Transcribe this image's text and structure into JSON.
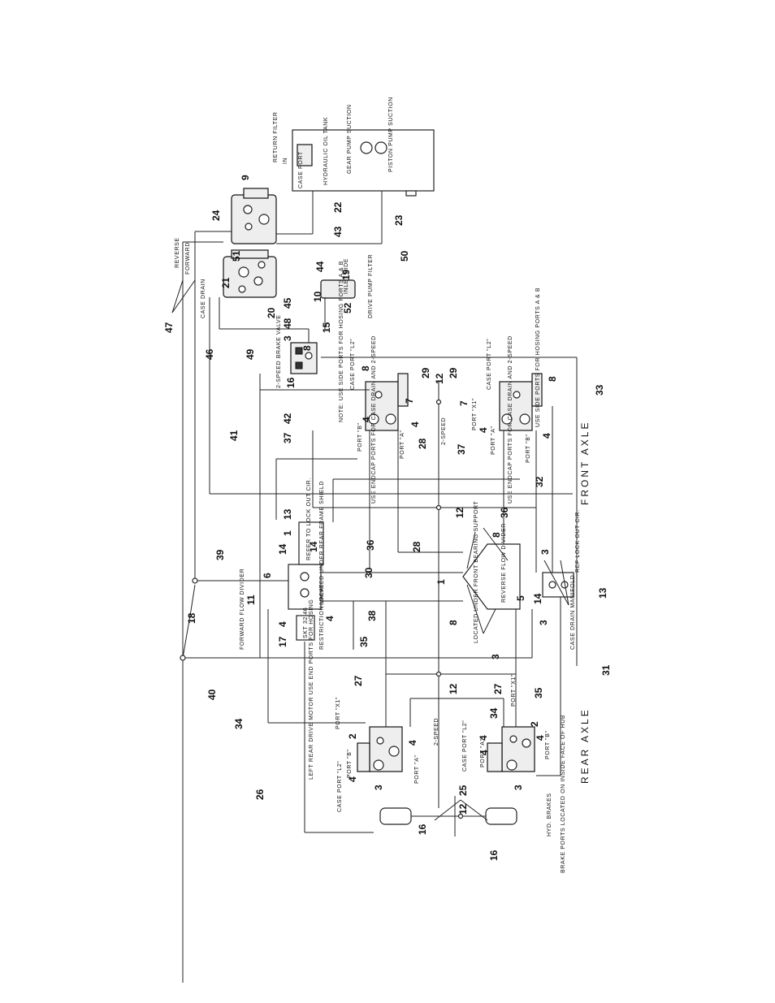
{
  "tank": {
    "title": "HYDRAULIC OIL TANK",
    "return_filter": "RETURN FILTER",
    "in_label": "IN",
    "case_port": "CASE PORT",
    "gear_pump_suction": "GEAR PUMP SUCTION",
    "piston_pump_suction": "PISTON PUMP SUCTION"
  },
  "line_labels": {
    "reverse": "REVERSE",
    "forward": "FORWARD",
    "case_drain": "CASE DRAIN",
    "two_speed_top": "2-SPEED",
    "two_speed_bottom": "2-SPEED"
  },
  "drive_pump_filter": {
    "label": "DRIVE PUMP FILTER",
    "inlet_side": "INLET SIDE"
  },
  "brake_valve": {
    "label": "2-SPEED BRAKE VALVE"
  },
  "front_axle": {
    "label": "FRONT AXLE",
    "left_motor": {
      "case_port": "CASE PORT \"L2\"",
      "note": "NOTE: USE SIDE PORTS FOR HOSING PORTS A & B",
      "port_b": "PORT \"B\"",
      "port_a": "PORT \"A\"",
      "endcap": "USE ENDCAP PORTS FOR CASE DRAIN AND 2-SPEED"
    },
    "right_motor": {
      "case_port": "CASE PORT \"L2\"",
      "port_x1": "PORT \"X1\"",
      "port_a": "PORT \"A\"",
      "note": "USE SIDE PORTS FOR HOSING PORTS A & B",
      "port_b": "PORT \"B\"",
      "endcap": "USE ENDCAP PORTS FOR CASE DRAIN AND 2-SPEED"
    }
  },
  "forward_flow_divider": {
    "label": "FORWARD FLOW DIVIDER",
    "refer": "REFER TO LOCK OUT CIR.",
    "located": "LOCATED UNDER REAR FRAME SHIELD"
  },
  "restriction_valve": {
    "label": "RESTRICTION VALVE",
    "inner": "SKT 32.46"
  },
  "reverse_flow_divider": {
    "label": "REVERSE FLOW DIVIDER",
    "located": "LOCATED UNDER FRONT BEARING SUPPORT"
  },
  "case_drain_manifold": {
    "label": "CASE DRAIN MANIFOLD",
    "ref": "REF LOCK OUT CIR."
  },
  "rear_axle": {
    "label": "REAR AXLE",
    "left_motor": {
      "title": "LEFT REAR DRIVE MOTOR USE END PORTS FOR HOSING",
      "port_x1": "PORT \"X1\"",
      "port_b": "PORT \"B\"",
      "port_a": "PORT \"A\"",
      "case_port": "CASE PORT \"L2\""
    },
    "right_motor": {
      "case_port": "CASE PORT \"L2\"",
      "port_a": "PORT \"A\"",
      "port_b": "PORT \"B\"",
      "port_x1": "PORT \"X1\""
    }
  },
  "brakes": {
    "label": "HYD. BRAKES",
    "note": "BRAKE PORTS LOCATED ON INSIDE FACE OF HUB"
  },
  "callouts": {
    "c9": "9",
    "c24": "24",
    "c22": "22",
    "c43": "43",
    "c23": "23",
    "c50": "50",
    "c51": "51",
    "c21": "21",
    "c44": "44",
    "c19": "19",
    "c10": "10",
    "c45": "45",
    "c52": "52",
    "c20": "20",
    "c48": "48",
    "c47": "47",
    "c15": "15",
    "c3a": "3",
    "c8a": "8",
    "c46": "46",
    "c49": "49",
    "c16a": "16",
    "c8b": "8",
    "c29a": "29",
    "c12a": "12",
    "c29b": "29",
    "c8c": "8",
    "c7a": "7",
    "c7b": "7",
    "c4a": "4",
    "c4b": "4",
    "c4c": "4",
    "c4d": "4",
    "c33": "33",
    "c41": "41",
    "c42": "42",
    "c37a": "37",
    "c28a": "28",
    "c37b": "37",
    "c32": "32",
    "c12b": "12",
    "c36a": "36",
    "c13a": "13",
    "c1a": "1",
    "c14a": "14",
    "c14b": "14",
    "c36b": "36",
    "c28b": "28",
    "c8d": "8",
    "c39": "39",
    "c6": "6",
    "c30": "30",
    "c3b": "3",
    "c11": "11",
    "c1b": "1",
    "c14c": "14",
    "c13b": "13",
    "c18": "18",
    "c4e": "4",
    "c4f": "4",
    "c38": "38",
    "c5": "5",
    "c8e": "8",
    "c17": "17",
    "c35a": "35",
    "c3c": "3",
    "c3d": "3",
    "c40": "40",
    "c27a": "27",
    "c12c": "12",
    "c27b": "27",
    "c35b": "35",
    "c31": "31",
    "c34a": "34",
    "c34b": "34",
    "c2a": "2",
    "c2b": "2",
    "c4g": "4",
    "c4h": "4",
    "c4i": "4",
    "c4j": "4",
    "c26": "26",
    "c4k": "4",
    "c3e": "3",
    "c3f": "3",
    "c25": "25",
    "c12d": "12",
    "c16b": "16",
    "c16c": "16"
  }
}
